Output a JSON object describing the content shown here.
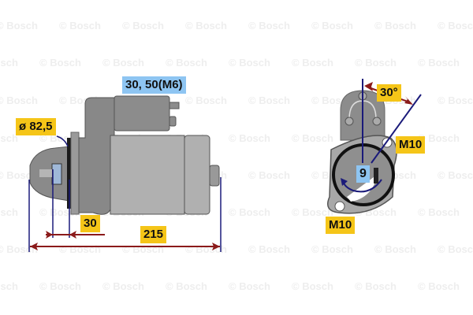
{
  "watermark": {
    "text": "© Bosch",
    "color": "#eeeeee",
    "rows": [
      33,
      80,
      128,
      176,
      223,
      270,
      317,
      364
    ],
    "columns": [
      -30,
      50,
      130,
      210,
      290,
      370,
      450,
      530
    ]
  },
  "side_view": {
    "terminal_label": "30, 50(M6)",
    "diameter_label": "ø 82,5",
    "flange_offset_label": "30",
    "total_length_label": "215"
  },
  "end_view": {
    "angle_label": "30°",
    "teeth_label": "9",
    "bolt_top_label": "M10",
    "bolt_bottom_label": "M10"
  },
  "colors": {
    "label_yellow": "#f5c518",
    "label_blue": "#8ec5f2",
    "body_gray": "#8a8a8a",
    "body_light": "#a9a9a9",
    "dimension_red": "#8b1a1a",
    "dimension_navy": "#1a1a7a"
  }
}
